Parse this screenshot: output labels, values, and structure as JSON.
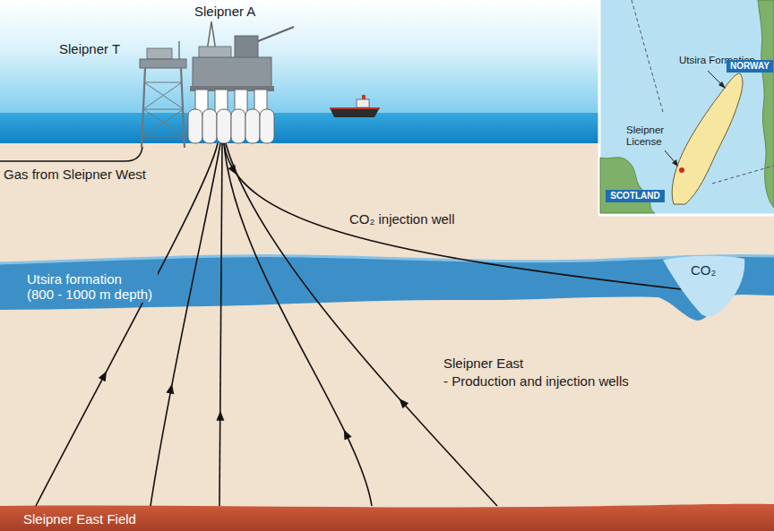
{
  "diagram": {
    "nodes": [
      {
        "text": [
          "Sleipner T"
        ]
      },
      {
        "text": [
          "Sleipner A"
        ]
      },
      {
        "text": [
          "Utsira formation (800 - 1000 m depth)"
        ]
      },
      {
        "text": [
          "CO₂"
        ],
        "in": 2
      },
      {
        "text": [
          "Sleipner East Field"
        ]
      }
    ],
    "edges": [
      {
        "from": 4,
        "to": 1,
        "arrow": "to"
      },
      {
        "from": 4,
        "to": 1,
        "arrow": "to"
      },
      {
        "from": 4,
        "to": 1,
        "arrow": "to"
      },
      {
        "from": 4,
        "to": 1,
        "arrow": "to"
      },
      {
        "from": 4,
        "to": 1,
        "arrow": "to"
      },
      {
        "from": 1,
        "to": 3,
        "label": "CO₂ injection well",
        "arrow": "to"
      }
    ],
    "labels": [
      "Gas from Sleipner West",
      "Sleipner East",
      "- Production and injection wells",
      "Utsira Formation",
      "Sleipner License",
      "NORWAY",
      "SCOTLAND"
    ]
  }
}
